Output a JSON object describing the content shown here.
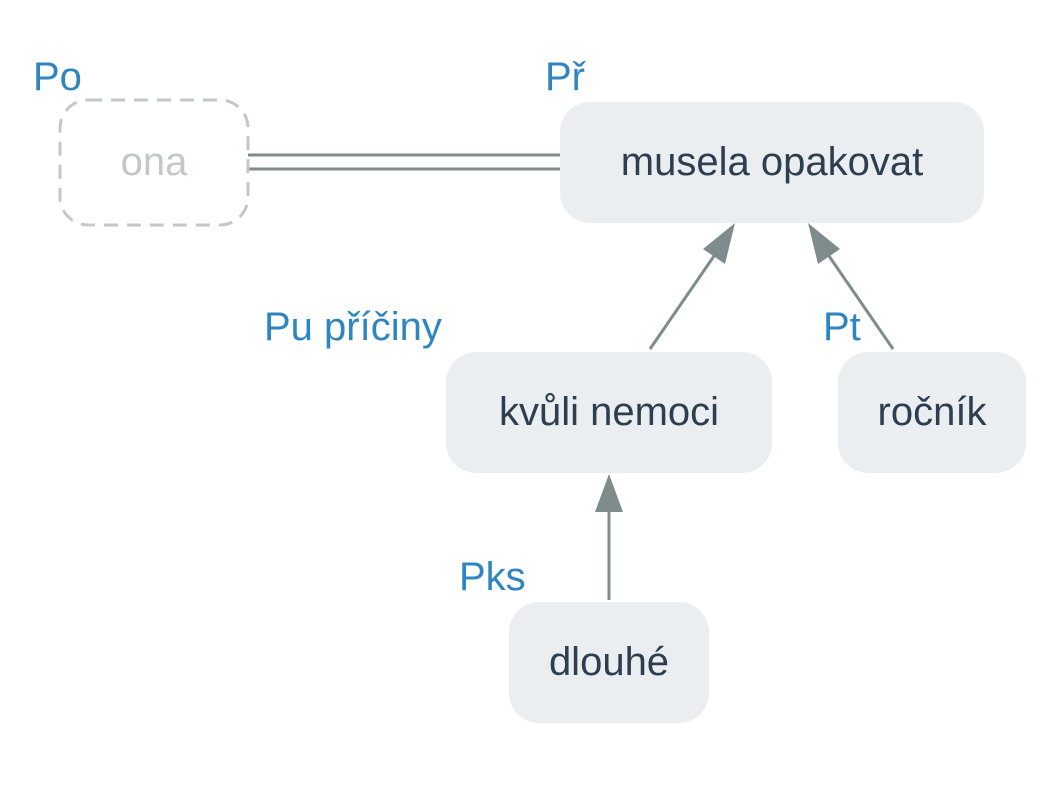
{
  "nodes": {
    "ona": "ona",
    "musela_opakovat": "musela opakovat",
    "kvuli_nemoci": "kvůli nemoci",
    "rocnik": "ročník",
    "dlouhe": "dlouhé"
  },
  "roles": {
    "ona": "Po",
    "musela_opakovat": "Př",
    "kvuli_nemoci": "Pu příčiny",
    "rocnik": "Pt",
    "dlouhe": "Pks"
  },
  "colors": {
    "node_fill": "#ebeef0",
    "node_text": "#2c3e50",
    "ghost_outline": "#c3c7ca",
    "role_label": "#2e86c1",
    "edge": "#7f8c8d"
  }
}
